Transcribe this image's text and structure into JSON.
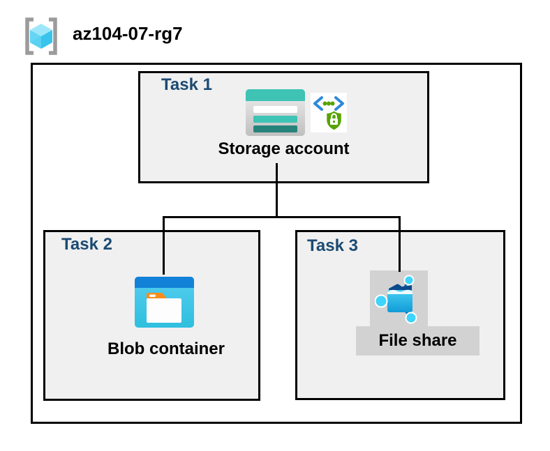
{
  "header": {
    "title": "az104-07-rg7",
    "icon": "resource-group-icon"
  },
  "tasks": [
    {
      "label": "Task 1",
      "item": "Storage account",
      "icons": [
        "storage-account-icon",
        "secure-access-sas-icon"
      ]
    },
    {
      "label": "Task 2",
      "item": "Blob container",
      "icons": [
        "blob-container-icon"
      ]
    },
    {
      "label": "Task 3",
      "item": "File share",
      "icons": [
        "file-share-icon"
      ]
    }
  ],
  "connections": [
    {
      "from": "Storage account",
      "to": "Blob container"
    },
    {
      "from": "Storage account",
      "to": "File share"
    }
  ],
  "colors": {
    "task_label": "#1B4A73",
    "panel_fill": "#F0F0F0",
    "outline": "#000000",
    "highlight_gray": "#D2D2D2",
    "storage_teal": "#3EC3B4",
    "storage_teal_dark": "#26837B",
    "blob_header_blue": "#1182D8",
    "blob_body_cyan": "#3FC6E8",
    "folder_tab_orange": "#F78D1E",
    "fileshare_navy": "#0B4A8C",
    "fileshare_cyan": "#29B6E8",
    "node_cyan": "#3ED4FB",
    "sas_bracket_blue": "#2E8AD8",
    "sas_green": "#57A300",
    "cube_light": "#9EE7FA",
    "cube_mid": "#64D5F4",
    "cube_dark": "#38C4EC",
    "bracket_gray": "#9B9B9B"
  }
}
